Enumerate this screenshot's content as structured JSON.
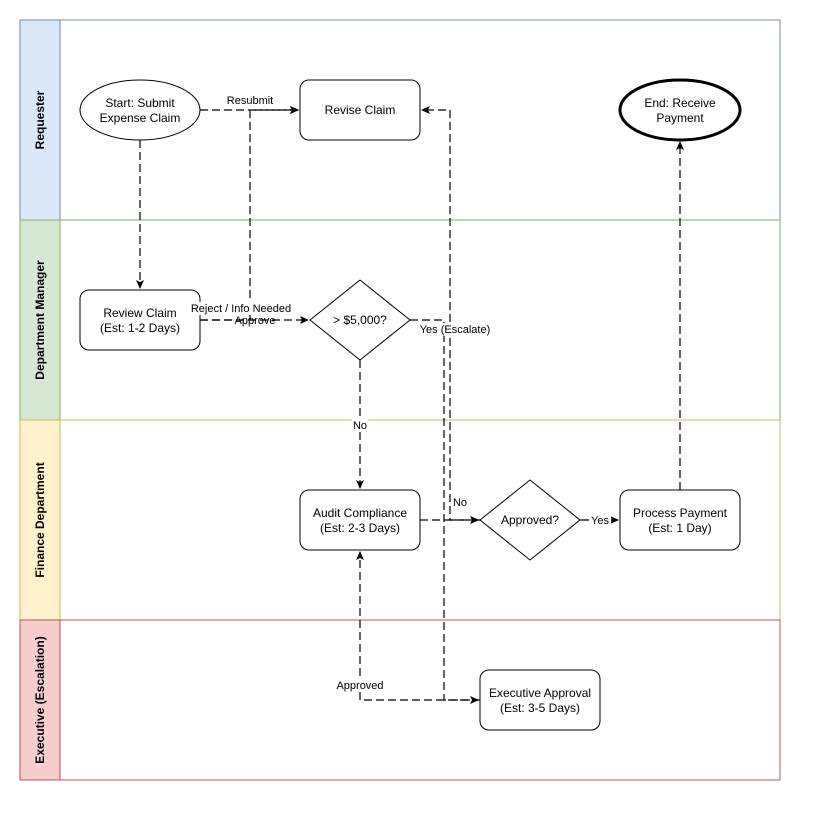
{
  "lanes": [
    {
      "label": "Requester",
      "fill": "#dae8fc",
      "stroke": "#6c8ebf"
    },
    {
      "label": "Department Manager",
      "fill": "#d5e8d4",
      "stroke": "#82b366"
    },
    {
      "label": "Finance Department",
      "fill": "#fff2cc",
      "stroke": "#d6b656"
    },
    {
      "label": "Executive (Escalation)",
      "fill": "#f8cecc",
      "stroke": "#b85450"
    }
  ],
  "nodes": {
    "start": {
      "line1": "Start: Submit",
      "line2": "Expense Claim"
    },
    "revise": {
      "line1": "Revise Claim"
    },
    "end": {
      "line1": "End: Receive",
      "line2": "Payment"
    },
    "review": {
      "line1": "Review Claim",
      "line2": "(Est: 1-2 Days)"
    },
    "threshold": {
      "line1": "> $5,000?"
    },
    "audit": {
      "line1": "Audit Compliance",
      "line2": "(Est: 2-3 Days)"
    },
    "approved": {
      "line1": "Approved?"
    },
    "payment": {
      "line1": "Process Payment",
      "line2": "(Est: 1 Day)"
    },
    "exec": {
      "line1": "Executive Approval",
      "line2": "(Est: 3-5 Days)"
    }
  },
  "edge_labels": {
    "resubmit": "Resubmit",
    "reject": "Reject / Info Needed",
    "approve": "Approve",
    "yes_escalate": "Yes (Escalate)",
    "no_threshold": "No",
    "no_approved": "No",
    "yes_approved": "Yes",
    "exec_approved": "Approved"
  }
}
